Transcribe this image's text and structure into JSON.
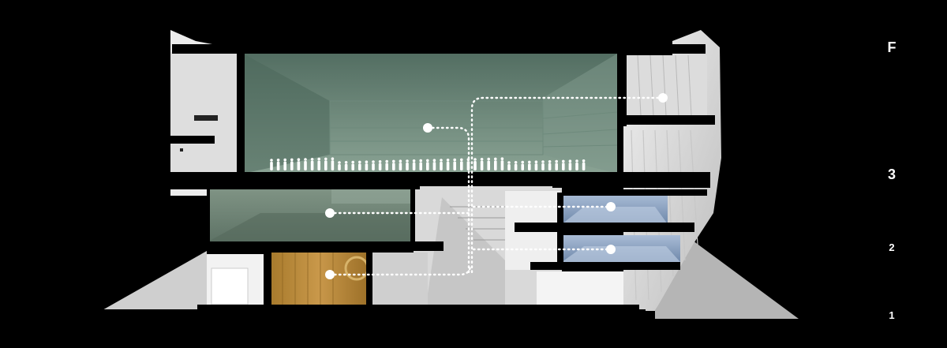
{
  "floor_labels": {
    "roof": "F",
    "level3": "3",
    "level2": "2",
    "level1": "1"
  },
  "colors": {
    "background": "#000000",
    "upper_hall": "#5f7a6c",
    "middle_hall": "#6d8173",
    "auditorium": "#b8893a",
    "glass_room": "#8fa6c4",
    "wall_light": "#e6e6e6",
    "marker": "#ffffff"
  },
  "markers": [
    {
      "id": "upper-hall-marker"
    },
    {
      "id": "right-top-room-marker"
    },
    {
      "id": "middle-hall-marker"
    },
    {
      "id": "glass-room-upper-marker"
    },
    {
      "id": "glass-room-lower-marker"
    },
    {
      "id": "auditorium-marker"
    }
  ]
}
